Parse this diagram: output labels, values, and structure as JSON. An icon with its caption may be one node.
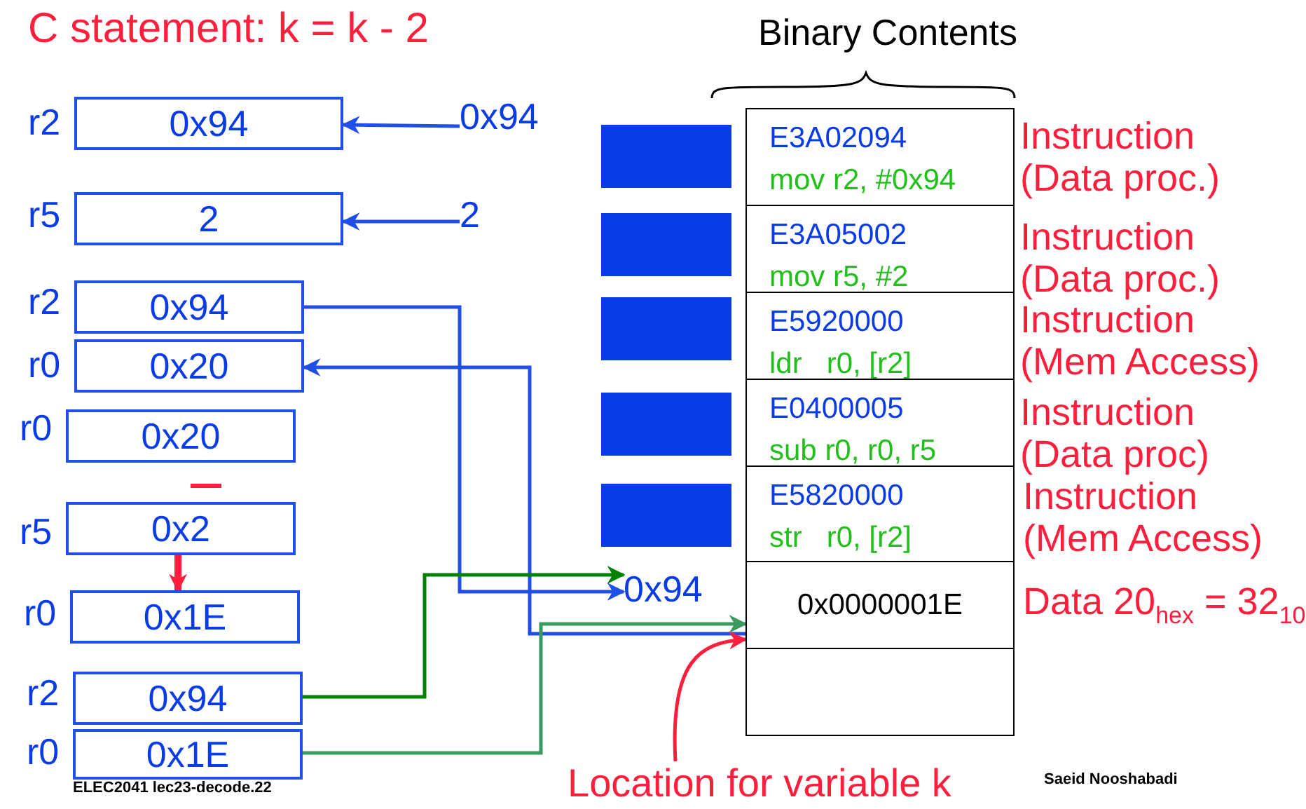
{
  "diagram": {
    "title": "C statement: k = k - 2",
    "nodes": [
      {
        "text": [
          "0x94"
        ],
        "beside": [
          "r2"
        ]
      },
      {
        "text": [
          "2"
        ],
        "beside": [
          "r5"
        ]
      },
      {
        "text": [
          "0x94"
        ],
        "beside": [
          "r2"
        ]
      },
      {
        "text": [
          "0x20"
        ],
        "beside": [
          "r0"
        ]
      },
      {
        "text": [
          "0x20"
        ],
        "beside": [
          "r0"
        ]
      },
      {
        "text": [
          "0x2"
        ],
        "beside": [
          "r5"
        ]
      },
      {
        "text": [
          "0x1E"
        ],
        "beside": [
          "r0"
        ]
      },
      {
        "text": [
          "0x94"
        ],
        "beside": [
          "r2"
        ]
      },
      {
        "text": [
          "0x1E"
        ],
        "beside": [
          "r0"
        ]
      },
      {
        "text": [
          "0x94"
        ]
      },
      {
        "text": [
          "2"
        ]
      },
      {
        "text": [],
        "shape": "box"
      },
      {
        "text": [],
        "shape": "box"
      },
      {
        "text": [],
        "shape": "box"
      },
      {
        "text": [],
        "shape": "box"
      },
      {
        "text": [],
        "shape": "box"
      },
      {
        "text": [
          "E3A02094",
          "mov r2, #0x94"
        ],
        "beside": [
          "Instruction (Data proc.)"
        ]
      },
      {
        "text": [
          "E3A05002",
          "mov r5, #2"
        ],
        "beside": [
          "Instruction (Data proc.)"
        ]
      },
      {
        "text": [
          "E5920000",
          "ldr   r0, [r2]"
        ],
        "beside": [
          "Instruction (Mem Access)"
        ]
      },
      {
        "text": [
          "E0400005",
          "sub r0, r0, r5"
        ],
        "beside": [
          "Instruction (Data proc)"
        ]
      },
      {
        "text": [
          "E5820000",
          "str   r0, [r2]"
        ],
        "beside": [
          "Instruction (Mem Access)"
        ]
      },
      {
        "text": [
          "0x0000001E"
        ],
        "beside": [
          "Data 20$_{hex}$ = 32$_{10}$"
        ]
      },
      {
        "text": [],
        "shape": "box"
      },
      {
        "text": [
          "0x94"
        ]
      },
      {
        "text": [
          "Location for variable k"
        ]
      }
    ],
    "edges": [
      {
        "from": 9,
        "to": 0,
        "arrow": "to"
      },
      {
        "from": 10,
        "to": 1,
        "arrow": "to"
      },
      {
        "from": 2,
        "to": 23,
        "arrow": "to"
      },
      {
        "from": 21,
        "to": 3,
        "arrow": "to"
      },
      {
        "from": 5,
        "to": 6,
        "arrow": "to",
        "style": "thick",
        "color": "#ff1f3d"
      },
      {
        "from": 7,
        "to": 23,
        "arrow": "to",
        "color": "#008000"
      },
      {
        "from": 8,
        "to": 21,
        "arrow": "to",
        "color": "#3a9a5f"
      },
      {
        "from": 24,
        "to": 21,
        "arrow": "to",
        "color": "#ff1f3d"
      }
    ],
    "labels": [
      "Binary Contents",
      "ELEC2041  lec23-decode.22",
      "Saeid Nooshabadi"
    ]
  }
}
